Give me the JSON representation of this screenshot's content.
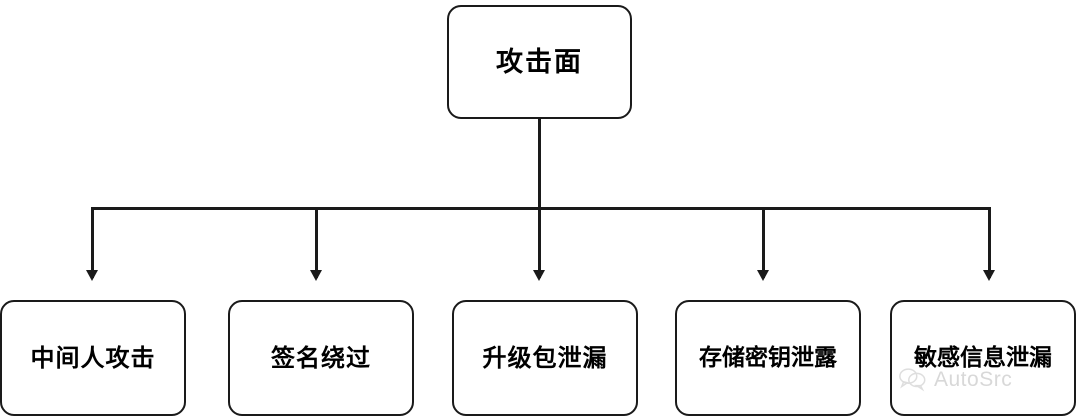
{
  "diagram": {
    "type": "tree",
    "orientation": "top-down",
    "root": {
      "label": "攻击面"
    },
    "children": [
      {
        "label": "中间人攻击"
      },
      {
        "label": "签名绕过"
      },
      {
        "label": "升级包泄漏"
      },
      {
        "label": "存储密钥泄露"
      },
      {
        "label": "敏感信息泄漏"
      }
    ],
    "colors": {
      "background": "#ffffff",
      "node_fill": "#ffffff",
      "node_border": "#1a1a1a",
      "text": "#000000",
      "connector": "#1a1a1a",
      "watermark": "#b9b9b9"
    }
  },
  "watermark": {
    "text": "AutoSrc",
    "logo_name": "speech-bubble-logo"
  }
}
